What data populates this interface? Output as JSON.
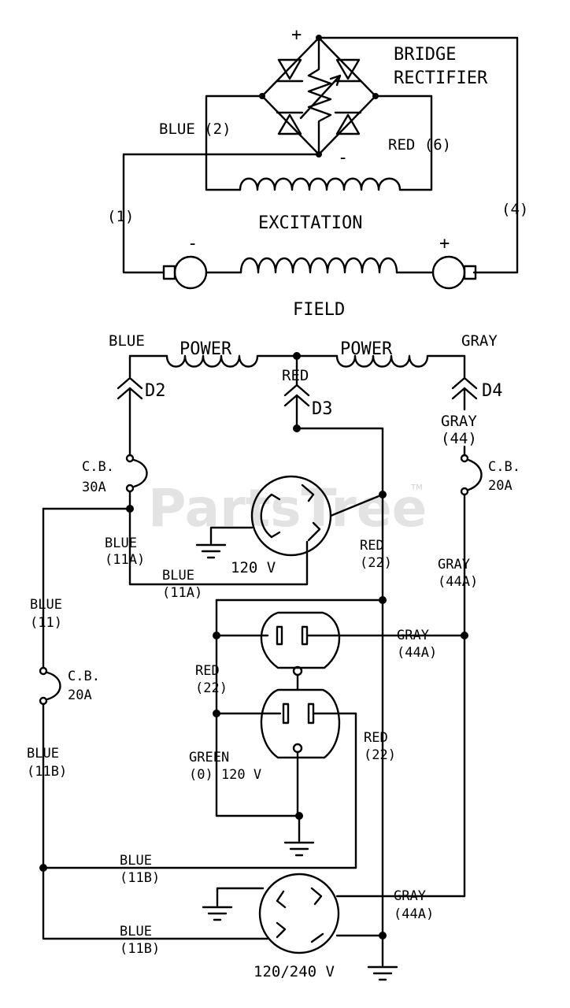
{
  "watermark": "PartsTree",
  "watermark_tm": "TM",
  "labels": {
    "bridge_line1": "BRIDGE",
    "bridge_line2": "RECTIFIER",
    "plus_top": "+",
    "minus_bridge": "-",
    "blue2": "BLUE (2)",
    "red6": "RED (6)",
    "w1": "(1)",
    "w4": "(4)",
    "excitation": "EXCITATION",
    "field": "FIELD",
    "field_minus": "-",
    "field_plus": "+",
    "blue_top": "BLUE",
    "power_left": "POWER",
    "power_right": "POWER",
    "gray_top": "GRAY",
    "red_top": "RED",
    "d2": "D2",
    "d3": "D3",
    "d4": "D4",
    "gray44_l1": "GRAY",
    "gray44_l2": "(44)",
    "cb30_l1": "C.B.",
    "cb30_l2": "30A",
    "cb20r_l1": "C.B.",
    "cb20r_l2": "20A",
    "blue11a_l1": "BLUE",
    "blue11a_l2": "(11A)",
    "blue11a2_l1": "BLUE",
    "blue11a2_l2": "(11A)",
    "v120_top": "120 V",
    "red22a_l1": "RED",
    "red22a_l2": "(22)",
    "gray44a_l1": "GRAY",
    "gray44a_l2": "(44A)",
    "blue11_l1": "BLUE",
    "blue11_l2": "(11)",
    "cb20l_l1": "C.B.",
    "cb20l_l2": "20A",
    "gray44a2_l1": "GRAY",
    "gray44a2_l2": "(44A)",
    "red22b_l1": "RED",
    "red22b_l2": "(22)",
    "blue11b_l1": "BLUE",
    "blue11b_l2": "(11B)",
    "green_l1": "GREEN",
    "green_l2": "(0) 120 V",
    "red22c_l1": "RED",
    "red22c_l2": "(22)",
    "blue11b2_l1": "BLUE",
    "blue11b2_l2": "(11B)",
    "gray44a3_l1": "GRAY",
    "gray44a3_l2": "(44A)",
    "blue11b3_l1": "BLUE",
    "blue11b3_l2": "(11B)",
    "v240": "120/240 V"
  }
}
